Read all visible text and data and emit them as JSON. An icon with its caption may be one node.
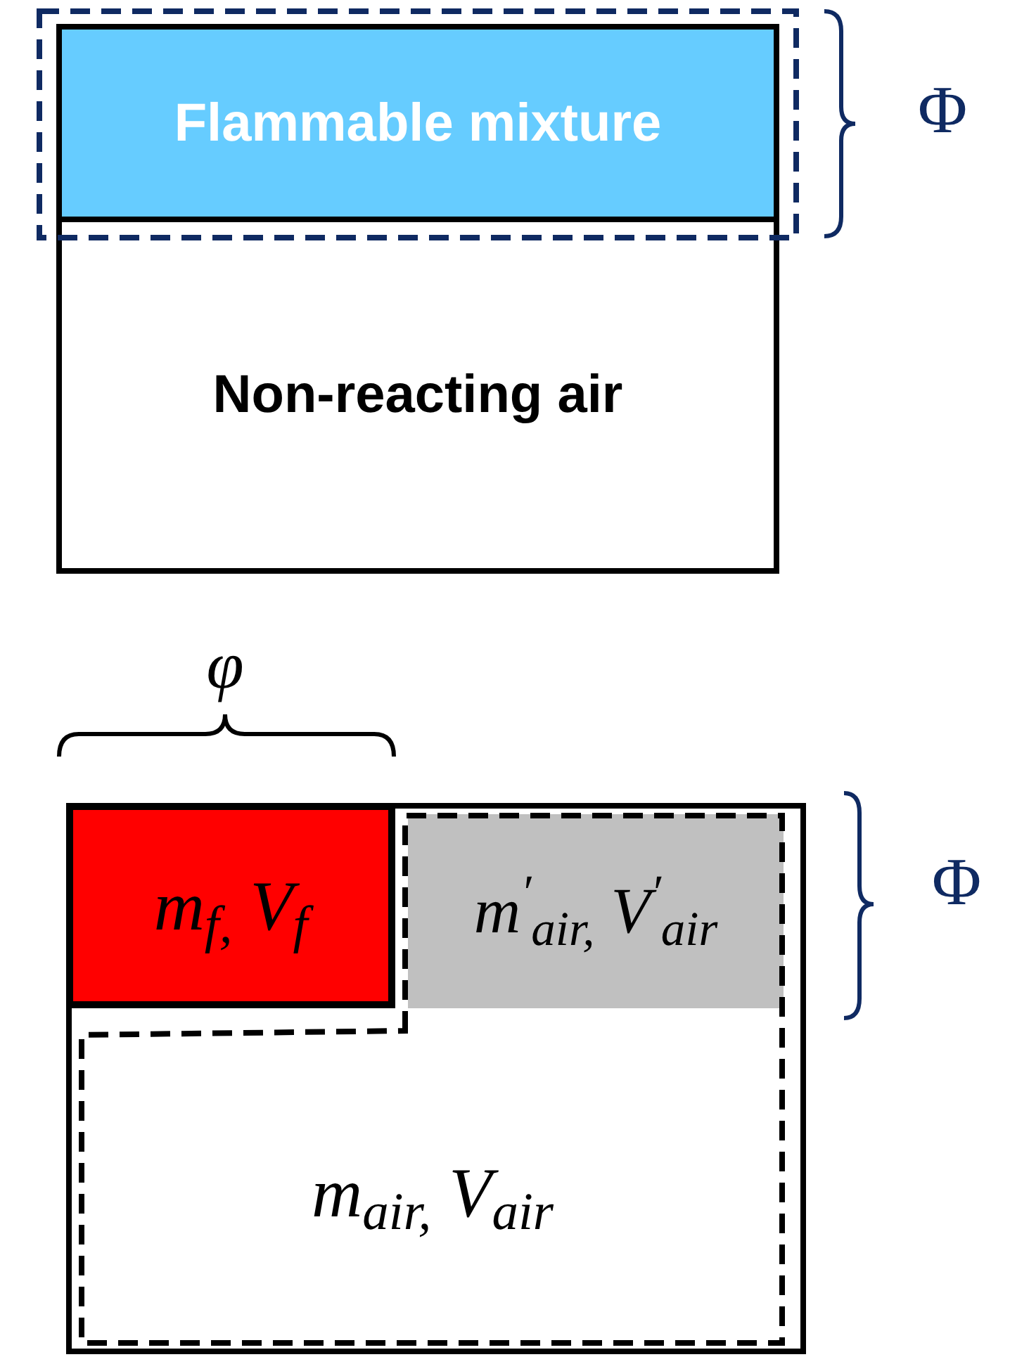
{
  "diagram": {
    "nodes": [
      {
        "text": [
          "Flammable mixture"
        ]
      },
      {
        "text": [
          "Non-reacting air"
        ]
      },
      {
        "text": [],
        "shape": "box"
      },
      {
        "text": [
          "m$_{f,}$ V$_{f}$"
        ],
        "in": 2
      },
      {
        "text": [
          "m$^{′}$$_{air,}$ V$^{′}$$_{air}$"
        ],
        "in": 2
      },
      {
        "text": [
          "m$_{air,}$ V$_{air}$"
        ],
        "in": 2
      }
    ],
    "labels": [
      "Φ",
      "φ",
      "Φ"
    ]
  }
}
